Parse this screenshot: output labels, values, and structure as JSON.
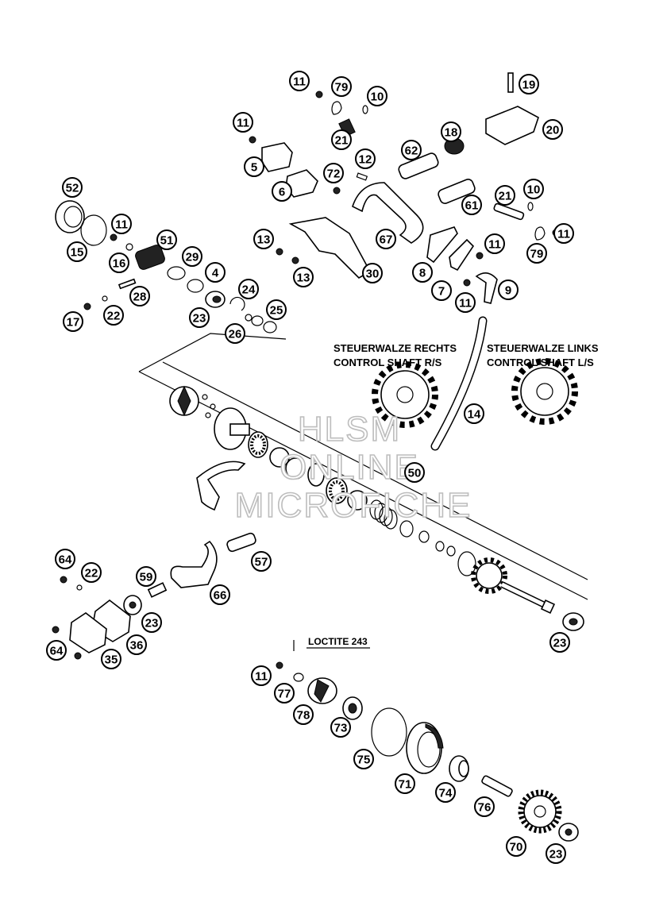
{
  "labels": {
    "control_right_de": "STEUERWALZE RECHTS",
    "control_right_en": "CONTROL SHAFT R/S",
    "control_left_de": "STEUERWALZE LINKS",
    "control_left_en": "CONTROL SHAFT L/S",
    "loctite": "LOCTITE 243"
  },
  "watermark": [
    "HLSM",
    "ONLINE",
    "MICROFICHE"
  ],
  "callouts": [
    "11",
    "79",
    "10",
    "19",
    "11",
    "21",
    "18",
    "20",
    "12",
    "62",
    "5",
    "72",
    "6",
    "52",
    "21",
    "10",
    "11",
    "61",
    "11",
    "13",
    "67",
    "15",
    "51",
    "16",
    "29",
    "13",
    "11",
    "79",
    "30",
    "8",
    "4",
    "28",
    "24",
    "7",
    "11",
    "9",
    "17",
    "22",
    "23",
    "26",
    "25",
    "14",
    "50",
    "64",
    "22",
    "59",
    "57",
    "66",
    "23",
    "64",
    "36",
    "35",
    "23",
    "11",
    "77",
    "78",
    "73",
    "75",
    "71",
    "74",
    "76",
    "70",
    "23"
  ]
}
